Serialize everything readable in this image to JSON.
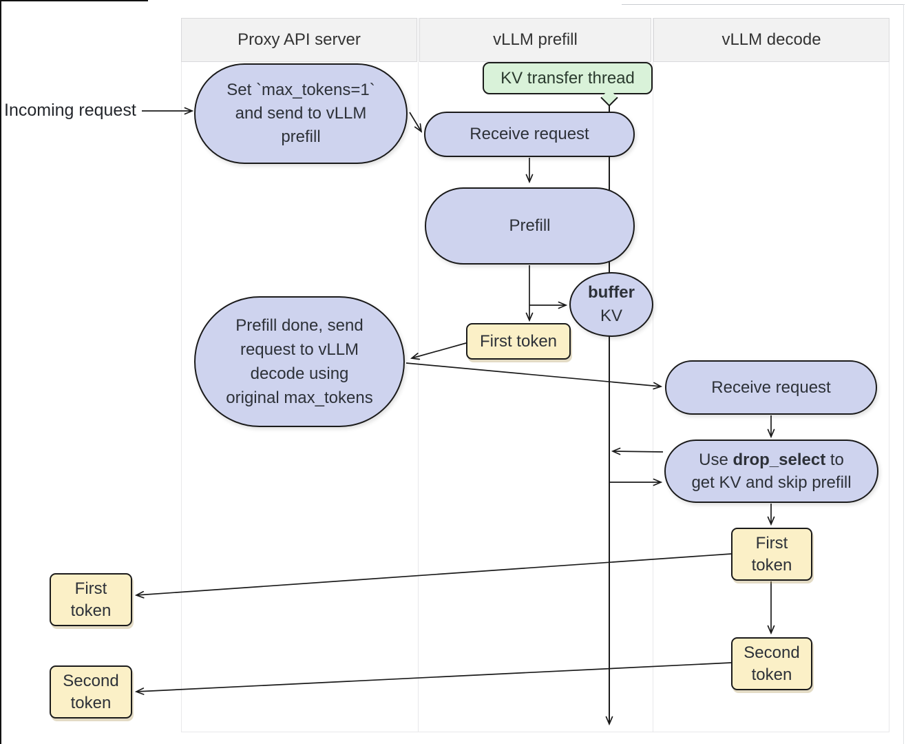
{
  "headers": {
    "proxy": "Proxy API server",
    "prefill": "vLLM prefill",
    "decode": "vLLM decode"
  },
  "incoming": {
    "label": "Incoming request"
  },
  "nodes": {
    "set_max_tokens": {
      "line1": "Set `max_tokens=1`",
      "line2": "and send to vLLM",
      "line3": "prefill"
    },
    "kv_transfer_thread": {
      "label": "KV transfer thread"
    },
    "receive_request_prefill": {
      "label": "Receive request"
    },
    "prefill": {
      "label": "Prefill"
    },
    "buffer_kv": {
      "bold": "buffer",
      "sub": "KV"
    },
    "first_token_prefill": {
      "label": "First token"
    },
    "prefill_done": {
      "line1": "Prefill done, send",
      "line2": "request to vLLM",
      "line3": "decode using",
      "line4": "original max_tokens"
    },
    "receive_request_decode": {
      "label": "Receive request"
    },
    "drop_select": {
      "line1_pre": "Use ",
      "line1_bold": "drop_select",
      "line1_post": " to",
      "line2": "get KV and skip prefill"
    },
    "first_token_decode": {
      "line1": "First",
      "line2": "token"
    },
    "second_token_decode": {
      "line1": "Second",
      "line2": "token"
    },
    "first_token_out": {
      "line1": "First",
      "line2": "token"
    },
    "second_token_out": {
      "line1": "Second",
      "line2": "token"
    }
  },
  "colors": {
    "process_fill": "#ced3ee",
    "token_fill": "#fbf0c7",
    "thread_fill": "#d9f2d9",
    "header_fill": "#f2f2f2",
    "stroke": "#1a1a1a",
    "text": "#2d3138"
  }
}
